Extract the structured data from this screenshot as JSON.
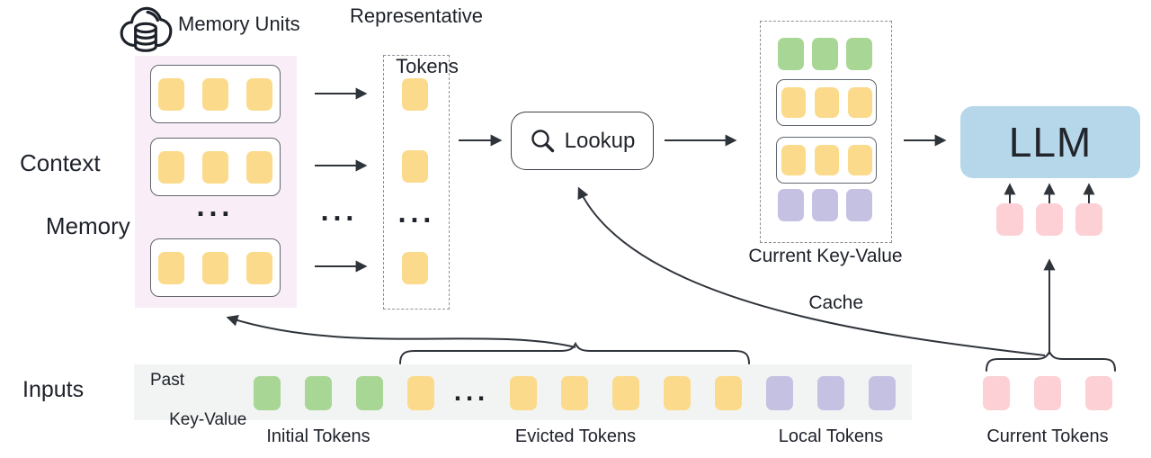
{
  "figure": {
    "memory_units_label": "Memory Units",
    "context_memory": {
      "line1": "Context",
      "line2": "Memory"
    },
    "representative": {
      "line1": "Representative",
      "line2": "Tokens"
    },
    "lookup_label": "Lookup",
    "cache_label": {
      "line1": "Current Key-Value",
      "line2": "Cache"
    },
    "llm_label": "LLM",
    "inputs_label": "Inputs",
    "past_kv": {
      "line1": "Past",
      "line2": "Key-Value"
    },
    "token_groups": {
      "initial": "Initial Tokens",
      "evicted": "Evicted Tokens",
      "local": "Local Tokens",
      "current": "Current Tokens"
    },
    "ellipsis": "..."
  },
  "icons": {
    "cloud_database": "cloud-with-database-cylinder",
    "search": "magnifying-glass"
  },
  "colors": {
    "memory_token": "#fbdb8b",
    "initial_token": "#a8d695",
    "local_token": "#c5c1e3",
    "current_token": "#fcd0d4",
    "llm_box": "#b6d7e9",
    "memory_panel": "#f9eef7",
    "inputs_strip": "#f2f4f3",
    "stroke": "#2f343b"
  }
}
